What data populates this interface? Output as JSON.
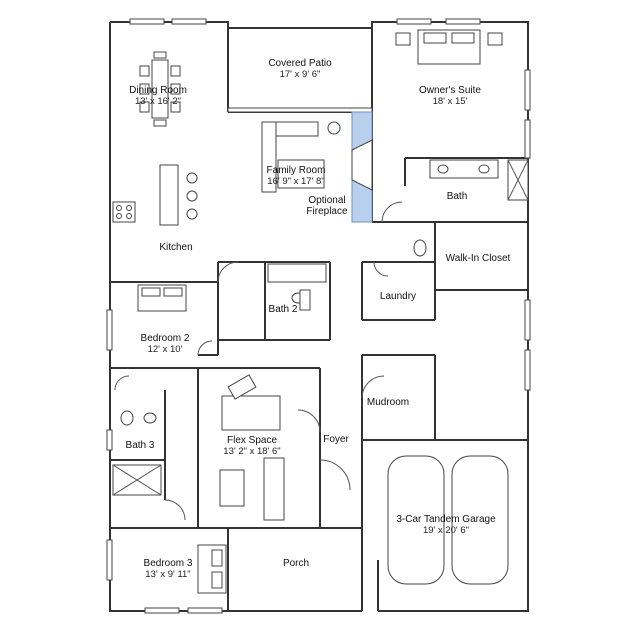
{
  "floorplan": {
    "rooms": [
      {
        "id": "dining",
        "name": "Dining Room",
        "dims": "13' x 16' 2\""
      },
      {
        "id": "patio",
        "name": "Covered Patio",
        "dims": "17' x 9' 6\""
      },
      {
        "id": "owners",
        "name": "Owner's Suite",
        "dims": "18' x 15'"
      },
      {
        "id": "family",
        "name": "Family Room",
        "dims": "16' 9\" x 17' 8\""
      },
      {
        "id": "bath",
        "name": "Bath",
        "dims": ""
      },
      {
        "id": "kitchen",
        "name": "Kitchen",
        "dims": ""
      },
      {
        "id": "closet",
        "name": "Walk-In Closet",
        "dims": ""
      },
      {
        "id": "bath2",
        "name": "Bath 2",
        "dims": ""
      },
      {
        "id": "laundry",
        "name": "Laundry",
        "dims": ""
      },
      {
        "id": "bedroom2",
        "name": "Bedroom 2",
        "dims": "12' x 10'"
      },
      {
        "id": "mudroom",
        "name": "Mudroom",
        "dims": ""
      },
      {
        "id": "bath3",
        "name": "Bath 3",
        "dims": ""
      },
      {
        "id": "flex",
        "name": "Flex Space",
        "dims": "13' 2\" x 18' 6\""
      },
      {
        "id": "foyer",
        "name": "Foyer",
        "dims": ""
      },
      {
        "id": "garage",
        "name": "3-Car Tandem Garage",
        "dims": "19' x 20' 6\""
      },
      {
        "id": "bedroom3",
        "name": "Bedroom 3",
        "dims": "13' x 9' 11\""
      },
      {
        "id": "porch",
        "name": "Porch",
        "dims": ""
      }
    ],
    "fireplace_label_1": "Optional",
    "fireplace_label_2": "Fireplace",
    "colors": {
      "fireplace": "#b9cfee",
      "walls": "#333333"
    }
  }
}
